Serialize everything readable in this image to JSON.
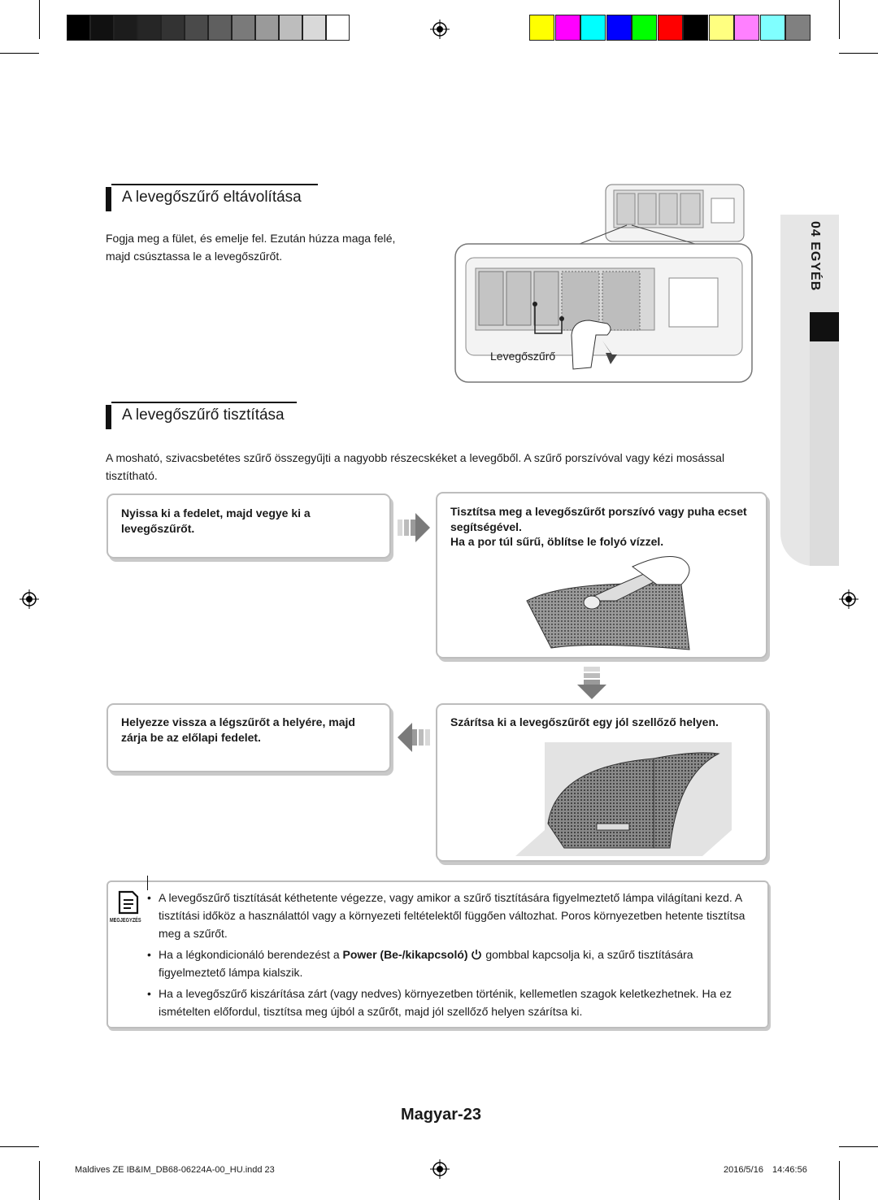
{
  "section1": {
    "heading": "A levegőszűrő eltávolítása",
    "text": "Fogja meg a fület, és emelje fel. Ezután húzza maga felé, majd csúsztassa le a levegőszűrőt.",
    "figure_label": "Levegőszűrő"
  },
  "section2": {
    "heading": "A levegőszűrő tisztítása",
    "intro": "A mosható, szivacsbetétes szűrő összegyűjti a nagyobb részecskéket a levegőből. A szűrő porszívóval vagy kézi mosással tisztítható.",
    "steps": [
      {
        "text": "Nyissa ki a fedelet, majd vegye ki a levegőszűrőt."
      },
      {
        "text": "Tisztítsa meg a levegőszűrőt porszívó vagy puha ecset segítségével.",
        "text2": "Ha a por túl sűrű, öblítse le folyó vízzel."
      },
      {
        "text": "Szárítsa ki a levegőszűrőt egy jól szellőző helyen."
      },
      {
        "text": "Helyezze vissza a légszűrőt a helyére, majd zárja be az előlapi fedelet."
      }
    ]
  },
  "side_tab": {
    "label": "04  EGYÉB"
  },
  "note": {
    "icon_label": "MEGJEGYZÉS",
    "items": [
      {
        "text": "A levegőszűrő tisztítását kéthetente végezze, vagy amikor a szűrő tisztítására figyelmeztető lámpa világítani kezd. A tisztítási időköz a használattól vagy a környezeti feltételektől függően változhat. Poros környezetben hetente tisztítsa meg a szűrőt."
      },
      {
        "pre": "Ha a légkondicionáló berendezést a ",
        "bold": "Power (Be-/kikapcsoló)",
        "post": " gombbal kapcsolja ki, a szűrő tisztítására figyelmeztető lámpa kialszik."
      },
      {
        "text": "Ha a levegőszűrő kiszárítása zárt (vagy nedves) környezetben történik, kellemetlen szagok keletkezhetnek. Ha ez ismételten előfordul, tisztítsa meg újból a szűrőt, majd jól szellőző helyen szárítsa ki."
      }
    ]
  },
  "page_number": "Magyar-23",
  "footer": {
    "file": "Maldives ZE IB&IM_DB68-06224A-00_HU.indd   23",
    "date": "2016/5/16",
    "time": "14:46:56"
  },
  "colors": {
    "gray_bars": [
      "#000000",
      "#111111",
      "#1c1c1c",
      "#262626",
      "#333333",
      "#4a4a4a",
      "#5f5f5f",
      "#7a7a7a",
      "#9a9a9a",
      "#bdbdbd",
      "#d9d9d9",
      "#ffffff"
    ],
    "color_bars": [
      "#ffff00",
      "#ff00ff",
      "#00ffff",
      "#0000ff",
      "#00ff00",
      "#ff0000",
      "#000000",
      "#ffff80",
      "#ff80ff",
      "#80ffff",
      "#808080"
    ]
  }
}
